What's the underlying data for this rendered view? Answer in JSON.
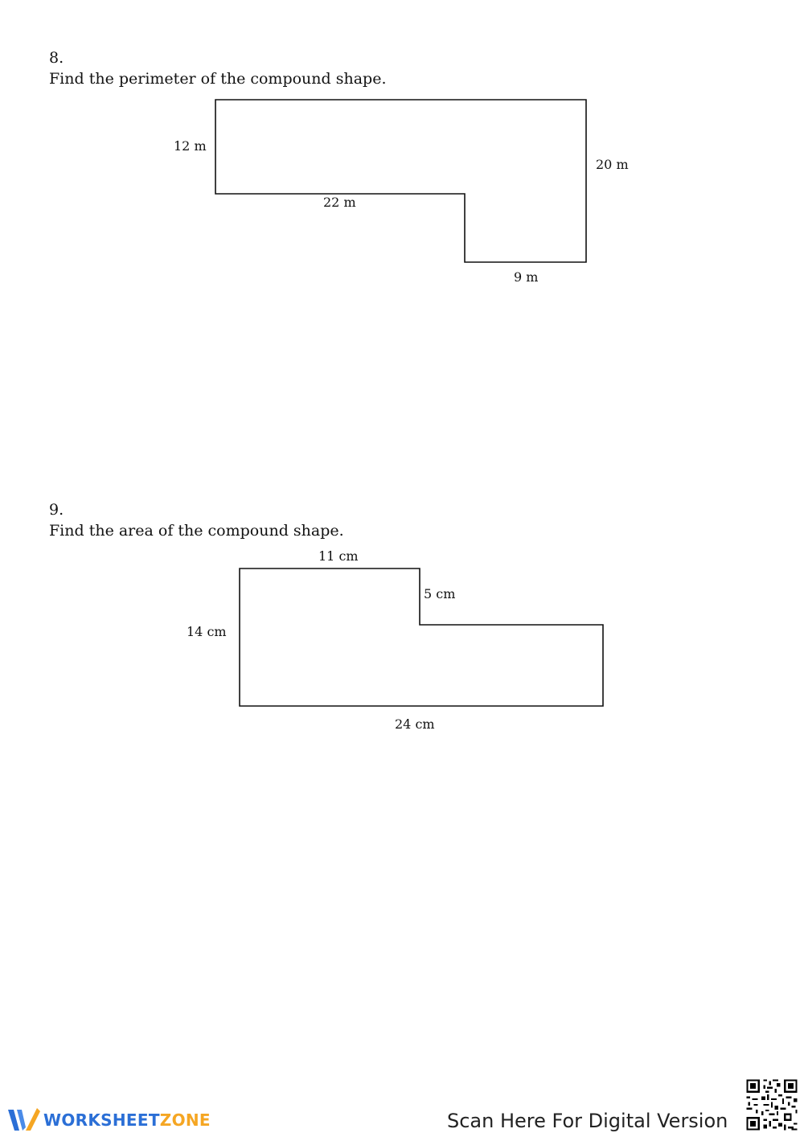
{
  "questions": [
    {
      "number": "8.",
      "prompt": "Find the perimeter of the compound shape.",
      "labels": {
        "left": "12 m",
        "right": "20 m",
        "step_bottom": "22 m",
        "bottom": "9 m"
      }
    },
    {
      "number": "9.",
      "prompt": "Find the area of the compound shape.",
      "labels": {
        "top": "11 cm",
        "step": "5 cm",
        "left": "14 cm",
        "bottom": "24 cm"
      }
    }
  ],
  "footer": {
    "brand_part1": "WORKSHEET",
    "brand_part2": "ZONE",
    "scan_text": "Scan Here For Digital Version",
    "brand_colors": {
      "blue": "#2b6fd6",
      "orange": "#f5a623"
    },
    "logo_icon": "worksheetzone-logo-icon",
    "qr_icon": "qr-code-icon"
  }
}
